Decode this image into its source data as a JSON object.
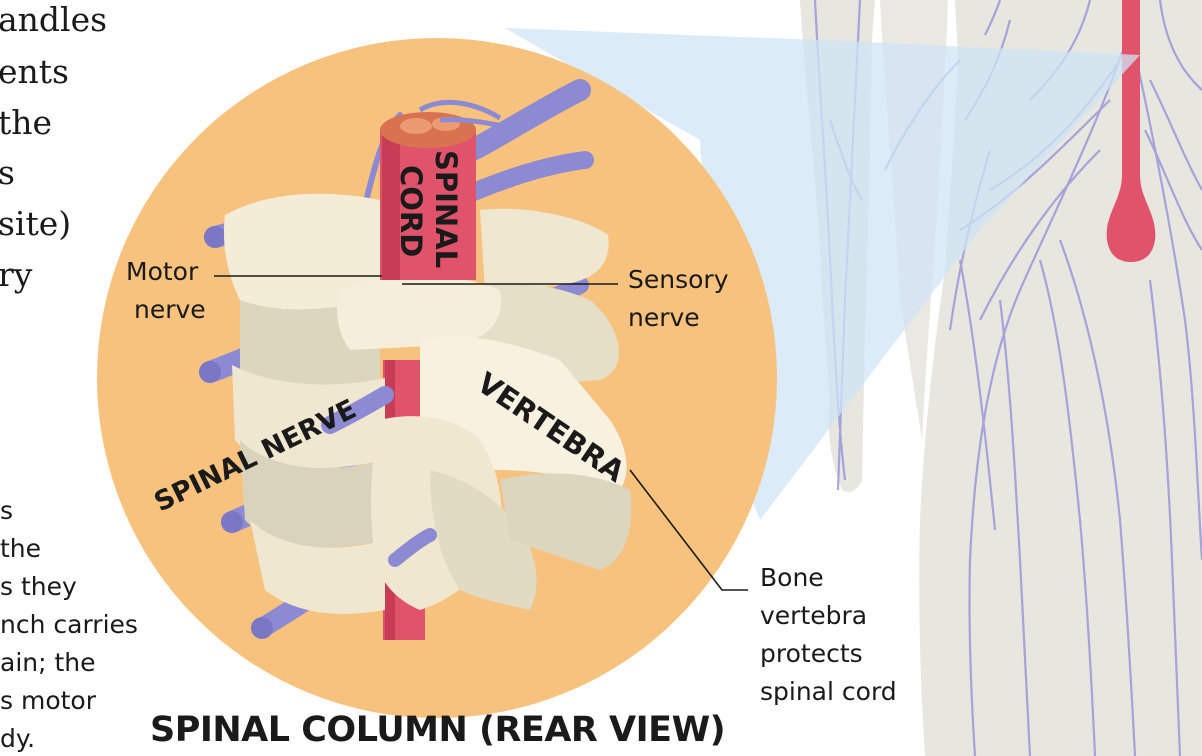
{
  "intro_text": {
    "lines": [
      "andles",
      "ents",
      " the",
      "s",
      "site)",
      "ry"
    ]
  },
  "caption_text": {
    "lines": [
      "s",
      "the",
      "s they",
      "nch carries",
      "ain; the",
      "s motor",
      "dy."
    ]
  },
  "labels": {
    "spinal_cord": [
      "SPINAL",
      "CORD"
    ],
    "vertebra": "VERTEBRA",
    "spinal_nerve": "SPINAL NERVE",
    "motor_nerve": [
      "Motor",
      "nerve"
    ],
    "sensory_nerve": [
      "Sensory",
      "nerve"
    ],
    "bone_vertebra": [
      "Bone",
      "vertebra",
      "protects",
      "spinal cord"
    ]
  },
  "figure_title": "SPINAL COLUMN (REAR VIEW)",
  "colors": {
    "circle": "#f7c27e",
    "cord": "#e0536a",
    "nerve": "#8c8ad2",
    "bone": "#f3ecd6",
    "bone_shade": "#d9d3bd",
    "body": "#e7e6df",
    "zoom_beam": "#cfe4f6"
  }
}
